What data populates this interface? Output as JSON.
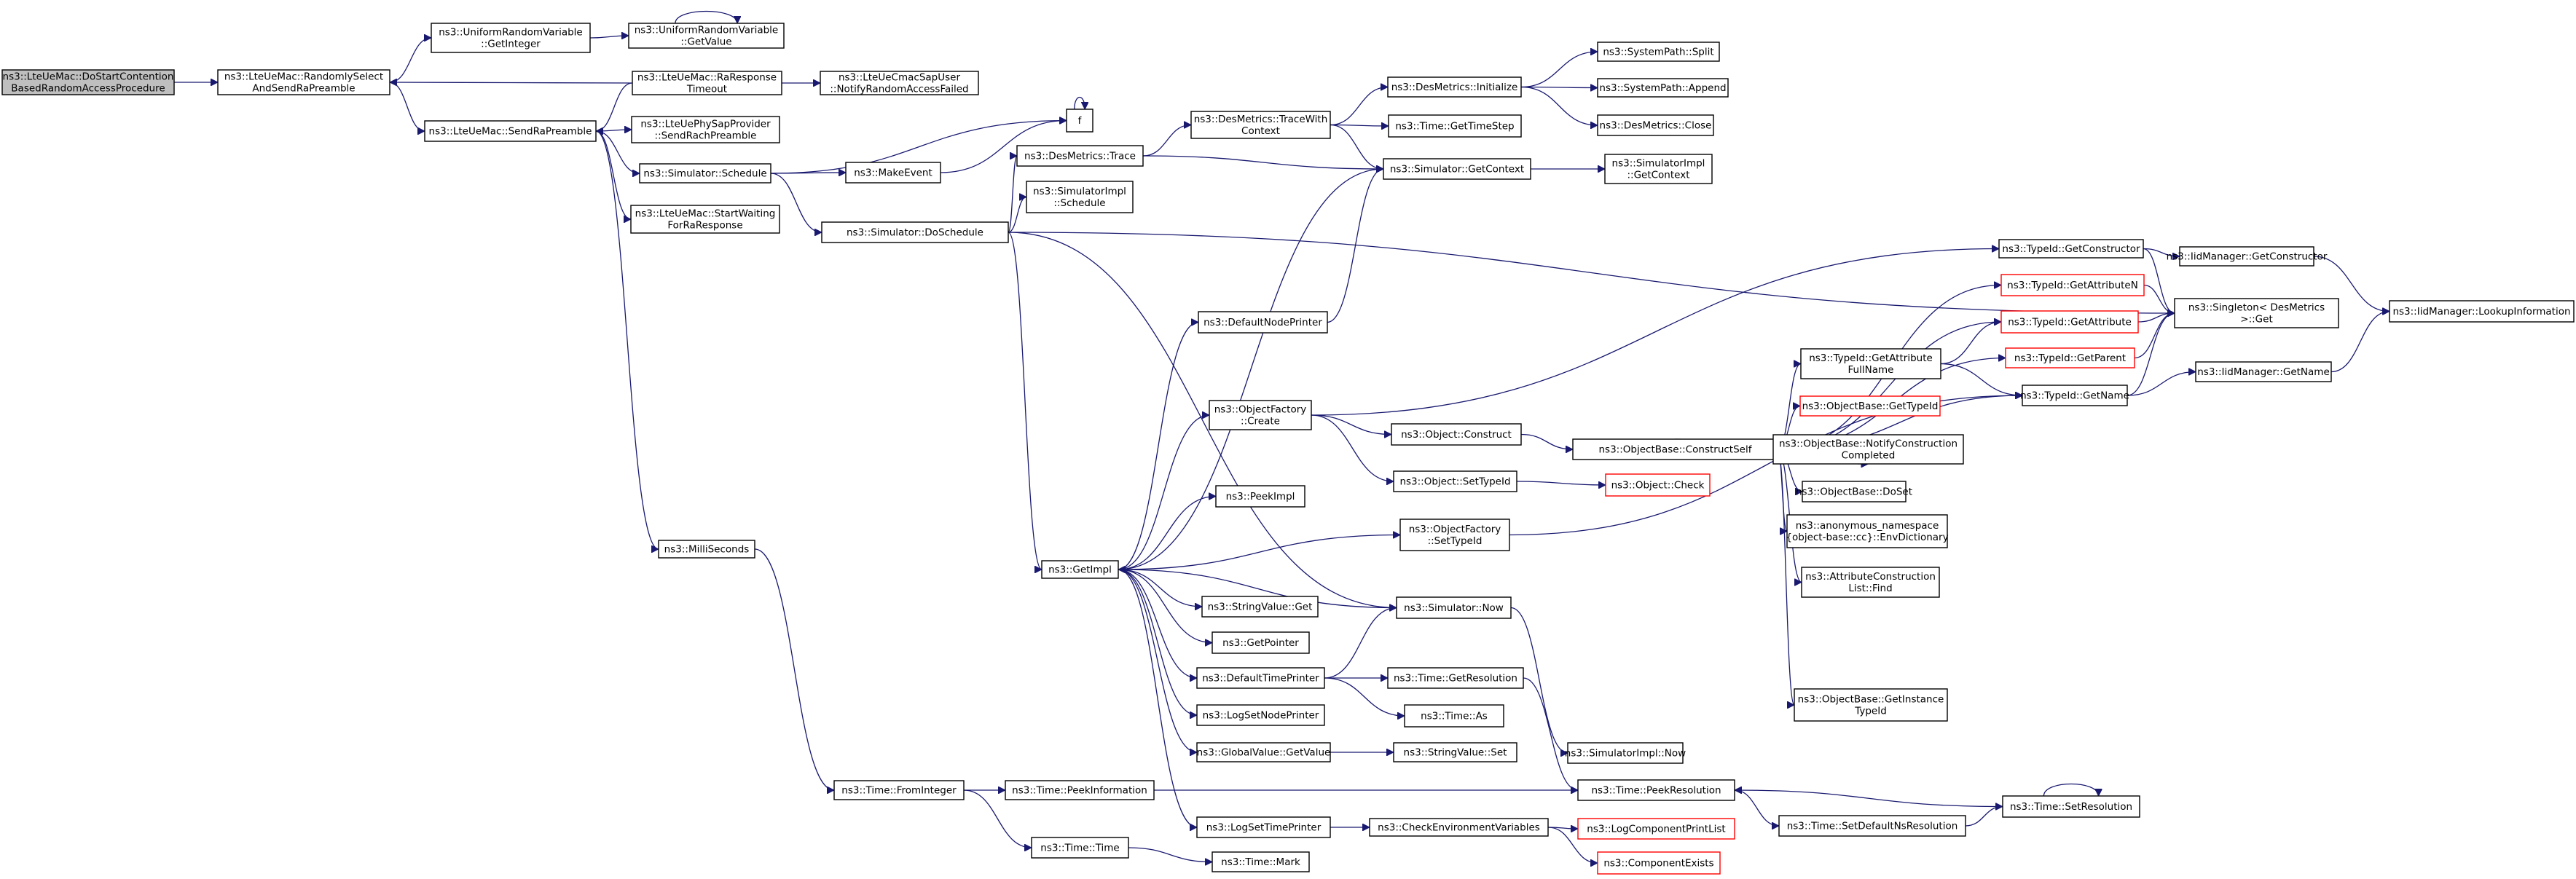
{
  "nodes": {
    "root": [
      "ns3::LteUeMac::DoStartContention",
      "BasedRandomAccessProcedure"
    ],
    "randSelect": [
      "ns3::LteUeMac::RandomlySelect",
      "AndSendRaPreamble"
    ],
    "uniGetInt": [
      "ns3::UniformRandomVariable",
      "::GetInteger"
    ],
    "uniGetVal": [
      "ns3::UniformRandomVariable",
      "::GetValue"
    ],
    "raResp": [
      "ns3::LteUeMac::RaResponse",
      "Timeout"
    ],
    "notifyRA": [
      "ns3::LteUeCmacSapUser",
      "::NotifyRandomAccessFailed"
    ],
    "sendRaPre": [
      "ns3::LteUeMac::SendRaPreamble"
    ],
    "sendRach": [
      "ns3::LteUePhySapProvider",
      "::SendRachPreamble"
    ],
    "simSched": [
      "ns3::Simulator::Schedule"
    ],
    "startWait": [
      "ns3::LteUeMac::StartWaiting",
      "ForRaResponse"
    ],
    "fNode": [
      "f"
    ],
    "makeEvent": [
      "ns3::MakeEvent"
    ],
    "desTrace": [
      "ns3::DesMetrics::Trace"
    ],
    "desTraceCtx": [
      "ns3::DesMetrics::TraceWith",
      "Context"
    ],
    "desInit": [
      "ns3::DesMetrics::Initialize"
    ],
    "sysSplit": [
      "ns3::SystemPath::Split"
    ],
    "sysAppend": [
      "ns3::SystemPath::Append"
    ],
    "getTimeStep": [
      "ns3::Time::GetTimeStep"
    ],
    "desClose": [
      "ns3::DesMetrics::Close"
    ],
    "simGetCtx": [
      "ns3::Simulator::GetContext"
    ],
    "implGetCtx": [
      "ns3::SimulatorImpl",
      "::GetContext"
    ],
    "implSched": [
      "ns3::SimulatorImpl",
      "::Schedule"
    ],
    "doSched": [
      "ns3::Simulator::DoSchedule"
    ],
    "tidGetCtor": [
      "ns3::TypeId::GetConstructor"
    ],
    "iidGetCtor": [
      "ns3::IidManager::GetConstructor"
    ],
    "tidGetAttrN": [
      "ns3::TypeId::GetAttributeN"
    ],
    "singleton": [
      "ns3::Singleton< DesMetrics",
      " >::Get"
    ],
    "iidLookup": [
      "ns3::IidManager::LookupInformation"
    ],
    "defNodePrinter": [
      "ns3::DefaultNodePrinter"
    ],
    "tidGetAttr": [
      "ns3::TypeId::GetAttribute"
    ],
    "tidGetAttrFull": [
      "ns3::TypeId::GetAttribute",
      "FullName"
    ],
    "tidGetParent": [
      "ns3::TypeId::GetParent"
    ],
    "tidGetName": [
      "ns3::TypeId::GetName"
    ],
    "iidGetName": [
      "ns3::IidManager::GetName"
    ],
    "objBaseGetTid": [
      "ns3::ObjectBase::GetTypeId"
    ],
    "objFactCreate": [
      "ns3::ObjectFactory",
      "::Create"
    ],
    "objConstruct": [
      "ns3::Object::Construct"
    ],
    "objBaseCS": [
      "ns3::ObjectBase::ConstructSelf"
    ],
    "notifyConstr": [
      "ns3::ObjectBase::NotifyConstruction",
      "Completed"
    ],
    "objSetTid": [
      "ns3::Object::SetTypeId"
    ],
    "objCheck": [
      "ns3::Object::Check"
    ],
    "objBaseDoSet": [
      "ns3::ObjectBase::DoSet"
    ],
    "peekImpl": [
      "ns3::PeekImpl"
    ],
    "envDict": [
      "ns3::anonymous_namespace",
      "{object-base::cc}::EnvDictionary"
    ],
    "objFactSetTid": [
      "ns3::ObjectFactory",
      "::SetTypeId"
    ],
    "milliSec": [
      "ns3::MilliSeconds"
    ],
    "getImpl": [
      "ns3::GetImpl"
    ],
    "attrConstrFind": [
      "ns3::AttributeConstruction",
      "List::Find"
    ],
    "strValGet": [
      "ns3::StringValue::Get"
    ],
    "simNow": [
      "ns3::Simulator::Now"
    ],
    "getPointer": [
      "ns3::GetPointer"
    ],
    "defTimePrinter": [
      "ns3::DefaultTimePrinter"
    ],
    "timeGetRes": [
      "ns3::Time::GetResolution"
    ],
    "getInstTid": [
      "ns3::ObjectBase::GetInstance",
      "TypeId"
    ],
    "logSetNodePrinter": [
      "ns3::LogSetNodePrinter"
    ],
    "timeAs": [
      "ns3::Time::As"
    ],
    "gvGetValue": [
      "ns3::GlobalValue::GetValue"
    ],
    "strValSet": [
      "ns3::StringValue::Set"
    ],
    "implNow": [
      "ns3::SimulatorImpl::Now"
    ],
    "timeFromInt": [
      "ns3::Time::FromInteger"
    ],
    "timePeekInfo": [
      "ns3::Time::PeekInformation"
    ],
    "timePeekRes": [
      "ns3::Time::PeekResolution"
    ],
    "timeSetRes": [
      "ns3::Time::SetResolution"
    ],
    "setDefNsRes": [
      "ns3::Time::SetDefaultNsResolution"
    ],
    "logSetTimePrinter": [
      "ns3::LogSetTimePrinter"
    ],
    "checkEnv": [
      "ns3::CheckEnvironmentVariables"
    ],
    "logCompPrintList": [
      "ns3::LogComponentPrintList"
    ],
    "timeTime": [
      "ns3::Time::Time"
    ],
    "compExists": [
      "ns3::ComponentExists"
    ],
    "timeMark": [
      "ns3::Time::Mark"
    ]
  },
  "edges": [
    [
      "root",
      "randSelect"
    ],
    [
      "randSelect",
      "uniGetInt"
    ],
    [
      "uniGetInt",
      "uniGetVal"
    ],
    [
      "uniGetVal",
      "uniGetVal"
    ],
    [
      "randSelect",
      "sendRaPre"
    ],
    [
      "raResp",
      "randSelect"
    ],
    [
      "raResp",
      "notifyRA"
    ],
    [
      "raResp",
      "sendRaPre"
    ],
    [
      "sendRaPre",
      "sendRach"
    ],
    [
      "sendRaPre",
      "simSched"
    ],
    [
      "sendRaPre",
      "startWait"
    ],
    [
      "sendRaPre",
      "milliSec"
    ],
    [
      "simSched",
      "fNode"
    ],
    [
      "simSched",
      "makeEvent"
    ],
    [
      "simSched",
      "doSched"
    ],
    [
      "makeEvent",
      "fNode"
    ],
    [
      "fNode",
      "fNode"
    ],
    [
      "desTrace",
      "desTraceCtx"
    ],
    [
      "desTrace",
      "simGetCtx"
    ],
    [
      "desTraceCtx",
      "desInit"
    ],
    [
      "desTraceCtx",
      "getTimeStep"
    ],
    [
      "desTraceCtx",
      "simGetCtx"
    ],
    [
      "desInit",
      "sysSplit"
    ],
    [
      "desInit",
      "sysAppend"
    ],
    [
      "desInit",
      "desClose"
    ],
    [
      "simGetCtx",
      "implGetCtx"
    ],
    [
      "doSched",
      "desTrace"
    ],
    [
      "doSched",
      "implSched"
    ],
    [
      "doSched",
      "singleton"
    ],
    [
      "doSched",
      "getImpl"
    ],
    [
      "doSched",
      "simNow"
    ],
    [
      "tidGetCtor",
      "iidGetCtor"
    ],
    [
      "tidGetCtor",
      "singleton"
    ],
    [
      "tidGetAttrN",
      "singleton"
    ],
    [
      "iidGetCtor",
      "iidLookup"
    ],
    [
      "tidGetAttr",
      "singleton"
    ],
    [
      "tidGetAttrFull",
      "tidGetAttr"
    ],
    [
      "tidGetAttrFull",
      "tidGetName"
    ],
    [
      "tidGetParent",
      "singleton"
    ],
    [
      "tidGetName",
      "singleton"
    ],
    [
      "tidGetName",
      "iidGetName"
    ],
    [
      "iidGetName",
      "iidLookup"
    ],
    [
      "defNodePrinter",
      "simGetCtx"
    ],
    [
      "objFactCreate",
      "tidGetCtor"
    ],
    [
      "objFactCreate",
      "objConstruct"
    ],
    [
      "objFactCreate",
      "objSetTid"
    ],
    [
      "objConstruct",
      "objBaseCS"
    ],
    [
      "objSetTid",
      "objCheck"
    ],
    [
      "objBaseCS",
      "tidGetAttrN"
    ],
    [
      "objBaseCS",
      "tidGetAttr"
    ],
    [
      "objBaseCS",
      "tidGetAttrFull"
    ],
    [
      "objBaseCS",
      "tidGetParent"
    ],
    [
      "objBaseCS",
      "tidGetName"
    ],
    [
      "objBaseCS",
      "objBaseGetTid"
    ],
    [
      "objBaseCS",
      "notifyConstr"
    ],
    [
      "objBaseCS",
      "objBaseDoSet"
    ],
    [
      "objBaseCS",
      "envDict"
    ],
    [
      "objBaseCS",
      "attrConstrFind"
    ],
    [
      "objBaseCS",
      "getInstTid"
    ],
    [
      "objFactSetTid",
      "tidGetName"
    ],
    [
      "getImpl",
      "simGetCtx"
    ],
    [
      "getImpl",
      "defNodePrinter"
    ],
    [
      "getImpl",
      "objFactCreate"
    ],
    [
      "getImpl",
      "peekImpl"
    ],
    [
      "getImpl",
      "objFactSetTid"
    ],
    [
      "getImpl",
      "strValGet"
    ],
    [
      "getImpl",
      "getPointer"
    ],
    [
      "getImpl",
      "defTimePrinter"
    ],
    [
      "getImpl",
      "logSetNodePrinter"
    ],
    [
      "getImpl",
      "gvGetValue"
    ],
    [
      "getImpl",
      "logSetTimePrinter"
    ],
    [
      "simNow",
      "getImpl"
    ],
    [
      "simNow",
      "implNow"
    ],
    [
      "defTimePrinter",
      "simNow"
    ],
    [
      "defTimePrinter",
      "timeGetRes"
    ],
    [
      "defTimePrinter",
      "timeAs"
    ],
    [
      "timeGetRes",
      "timePeekRes"
    ],
    [
      "gvGetValue",
      "strValSet"
    ],
    [
      "milliSec",
      "timeFromInt"
    ],
    [
      "timeFromInt",
      "timePeekInfo"
    ],
    [
      "timeFromInt",
      "timeTime"
    ],
    [
      "timePeekInfo",
      "timePeekRes"
    ],
    [
      "timePeekRes",
      "setDefNsRes"
    ],
    [
      "setDefNsRes",
      "timeSetRes"
    ],
    [
      "timeSetRes",
      "timePeekRes"
    ],
    [
      "timeSetRes",
      "timeSetRes"
    ],
    [
      "logSetTimePrinter",
      "checkEnv"
    ],
    [
      "checkEnv",
      "logCompPrintList"
    ],
    [
      "checkEnv",
      "compExists"
    ],
    [
      "timeTime",
      "timeMark"
    ]
  ]
}
